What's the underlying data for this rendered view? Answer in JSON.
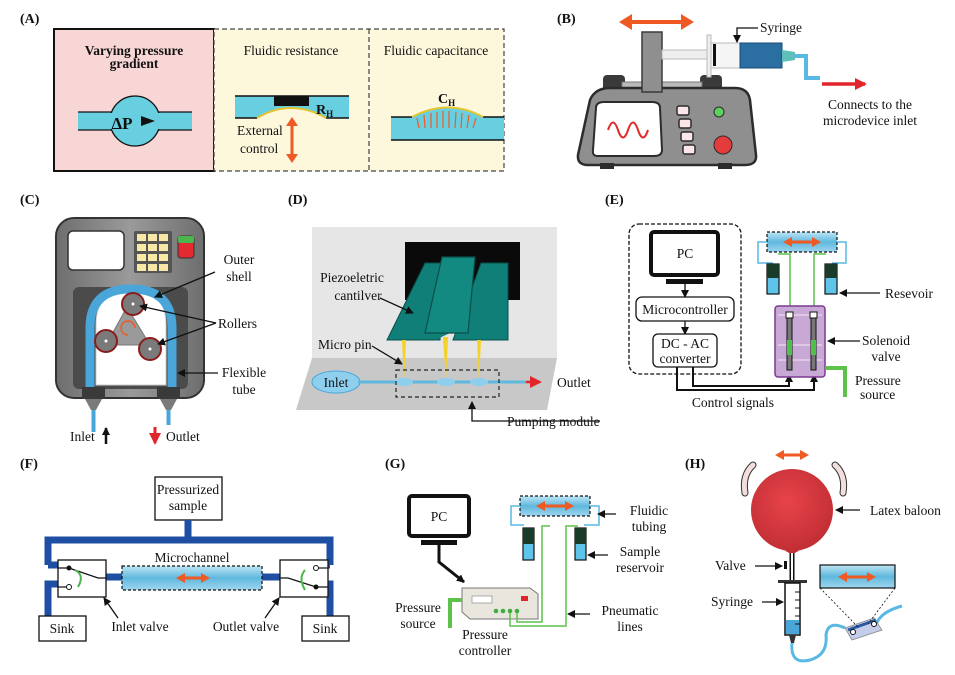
{
  "figure": {
    "panels": {
      "A": {
        "label": "(A)",
        "box1_title_line1": "Varying pressure",
        "box1_title_line2": "gradient",
        "delta_p": "ΔP",
        "box2_title": "Fluidic resistance",
        "rh": "R",
        "rh_sub": "H",
        "external_line1": "External",
        "external_line2": "control",
        "box3_title": "Fluidic capacitance",
        "ch": "C",
        "ch_sub": "H"
      },
      "B": {
        "label": "(B)",
        "syringe": "Syringe",
        "connects_line1": "Connects to the",
        "connects_line2": "microdevice inlet"
      },
      "C": {
        "label": "(C)",
        "outer_line1": "Outer",
        "outer_line2": "shell",
        "rollers": "Rollers",
        "flex_line1": "Flexible",
        "flex_line2": "tube",
        "inlet": "Inlet",
        "outlet": "Outlet"
      },
      "D": {
        "label": "(D)",
        "piezo_line1": "Piezoeletric",
        "piezo_line2": "cantilver",
        "micro_pin": "Micro pin",
        "inlet": "Inlet",
        "outlet": "Outlet",
        "pumping": "Pumping module"
      },
      "E": {
        "label": "(E)",
        "pc": "PC",
        "micro": "Microcontroller",
        "dcac_line1": "DC - AC",
        "dcac_line2": "converter",
        "resevoir": "Resevoir",
        "sol_line1": "Solenoid",
        "sol_line2": "valve",
        "press_line1": "Pressure",
        "press_line2": "source",
        "control": "Control signals"
      },
      "F": {
        "label": "(F)",
        "ps_line1": "Pressurized",
        "ps_line2": "sample",
        "microchannel": "Microchannel",
        "sink_left": "Sink",
        "sink_right": "Sink",
        "inlet_valve": "Inlet valve",
        "outlet_valve": "Outlet valve"
      },
      "G": {
        "label": "(G)",
        "pc": "PC",
        "fluidic_line1": "Fluidic",
        "fluidic_line2": "tubing",
        "sample_line1": "Sample",
        "sample_line2": "reservoir",
        "press_src_line1": "Pressure",
        "press_src_line2": "source",
        "press_ctrl_line1": "Pressure",
        "press_ctrl_line2": "controller",
        "pneu_line1": "Pneumatic",
        "pneu_line2": "lines"
      },
      "H": {
        "label": "(H)",
        "latex": "Latex baloon",
        "valve": "Valve",
        "syringe": "Syringe"
      }
    },
    "colors": {
      "fluid": "#67cfe0",
      "pink_panel": "#f9d6d6",
      "yellow_panel": "#fdf8dc",
      "orange_arrow": "#ef5a24",
      "red_arrow": "#e0262a",
      "green_line": "#5cc24a",
      "dark_blue_channel": "#1f4fa3",
      "teal_cantilever": "#0f7f78",
      "balloon_red": "#d9383d",
      "purple_valve": "#c8a9d6"
    }
  }
}
